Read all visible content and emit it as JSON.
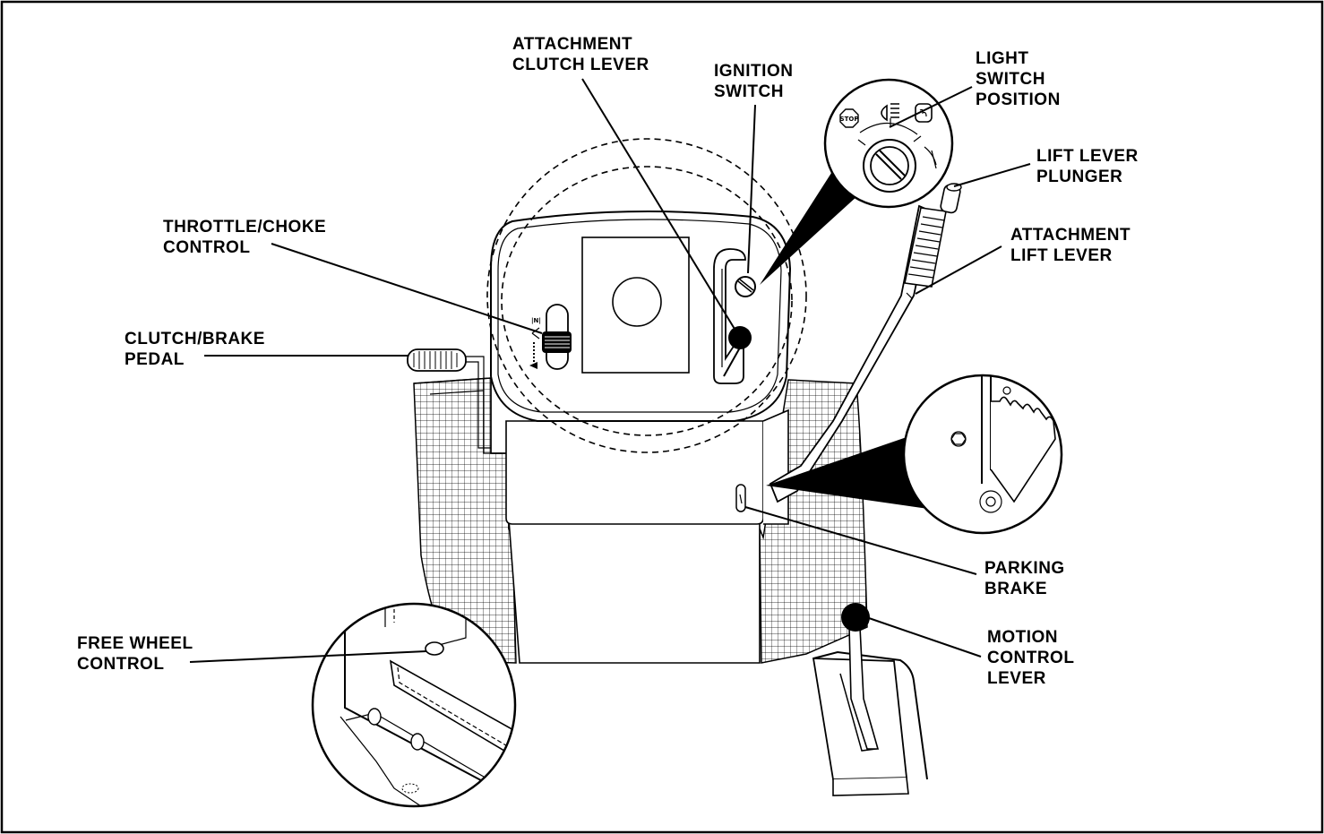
{
  "labels": {
    "attachment_clutch_lever": [
      "ATTACHMENT",
      "CLUTCH LEVER"
    ],
    "ignition_switch": [
      "IGNITION",
      "SWITCH"
    ],
    "light_switch_position": [
      "LIGHT",
      "SWITCH",
      "POSITION"
    ],
    "lift_lever_plunger": [
      "LIFT LEVER",
      "PLUNGER"
    ],
    "attachment_lift_lever": [
      "ATTACHMENT",
      "LIFT LEVER"
    ],
    "throttle_choke_control": [
      "THROTTLE/CHOKE",
      "CONTROL"
    ],
    "clutch_brake_pedal": [
      "CLUTCH/BRAKE",
      "PEDAL"
    ],
    "parking_brake": [
      "PARKING",
      "BRAKE"
    ],
    "free_wheel_control": [
      "FREE WHEEL",
      "CONTROL"
    ],
    "motion_control_lever": [
      "MOTION",
      "CONTROL",
      "LEVER"
    ]
  },
  "switch_symbols": {
    "stop": "STOP"
  }
}
